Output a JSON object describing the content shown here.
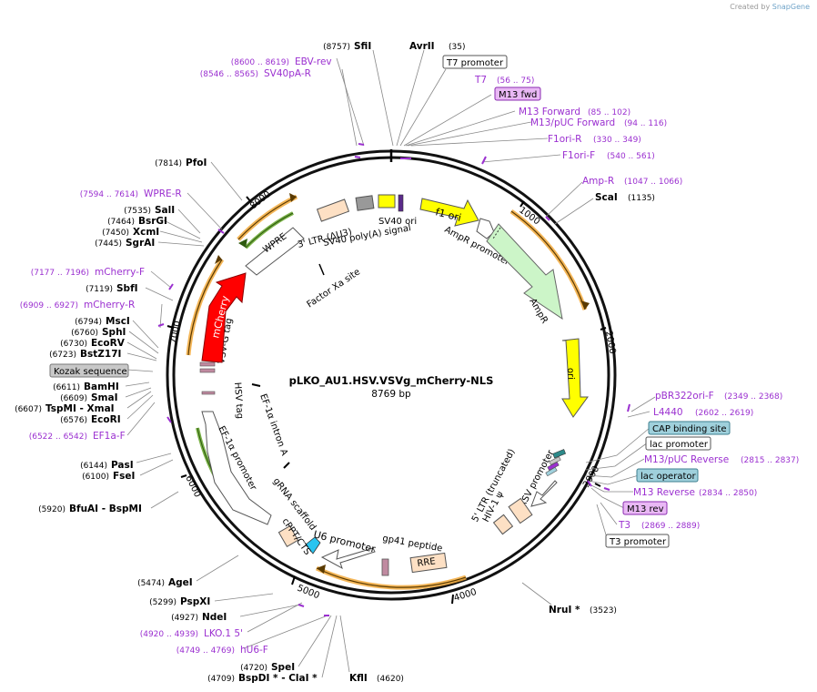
{
  "watermark": {
    "created_by": "Created by",
    "brand": "SnapGene"
  },
  "plasmid": {
    "name": "pLKO_AU1.HSV.VSVg_mCherry-NLS",
    "size": "8769 bp"
  },
  "ticks": [
    "1000",
    "2000",
    "3000",
    "4000",
    "5000",
    "6000",
    "7000",
    "8000"
  ],
  "features": {
    "f1_ori": "f1 ori",
    "ampr_promoter": "AmpR promoter",
    "ampr": "AmpR",
    "ori": "ori",
    "rsv_promoter": "RSV promoter",
    "ltr5": "5' LTR (truncated)",
    "hiv_psi": "HIV-1 ψ",
    "rre": "RRE",
    "gp41": "gp41 peptide",
    "u6_promoter": "U6 promoter",
    "cppt": "cPPT/CTS",
    "grna": "gRNA scaffold",
    "ef1a_promoter": "EF-1α promoter",
    "ef1a_intron": "EF-1α intron A",
    "hsv_tag": "HSV tag",
    "vsvg_tag": "VSV-G tag",
    "mcherry": "mCherry",
    "factor_xa": "Factor Xa site",
    "wpre": "WPRE",
    "ltr3": "3' LTR (ΔU3)",
    "sv40_polya": "SV40 poly(A) signal",
    "sv40_ori": "SV40 ori"
  },
  "labels": {
    "sfii": {
      "pos": "(8757)",
      "name": "SfiI"
    },
    "avrii": {
      "pos": "(35)",
      "name": "AvrII"
    },
    "t7_promoter": "T7 promoter",
    "t7": {
      "name": "T7",
      "pos": "(56 .. 75)"
    },
    "m13_fwd": "M13 fwd",
    "m13_forward": {
      "name": "M13 Forward",
      "pos": "(85 .. 102)"
    },
    "m13_puc_forward": {
      "name": "M13/pUC Forward",
      "pos": "(94 .. 116)"
    },
    "f1ori_r": {
      "name": "F1ori-R",
      "pos": "(330 .. 349)"
    },
    "f1ori_f": {
      "name": "F1ori-F",
      "pos": "(540 .. 561)"
    },
    "amp_r": {
      "name": "Amp-R",
      "pos": "(1047 .. 1066)"
    },
    "scai": {
      "name": "ScaI",
      "pos": "(1135)"
    },
    "pbr322": {
      "name": "pBR322ori-F",
      "pos": "(2349 .. 2368)"
    },
    "l4440": {
      "name": "L4440",
      "pos": "(2602 .. 2619)"
    },
    "cap": "CAP binding site",
    "lac_promoter": "lac promoter",
    "m13_puc_reverse": {
      "name": "M13/pUC Reverse",
      "pos": "(2815 .. 2837)"
    },
    "lac_operator": "lac operator",
    "m13_reverse": {
      "name": "M13 Reverse",
      "pos": "(2834 .. 2850)"
    },
    "m13_rev": "M13 rev",
    "t3": {
      "name": "T3",
      "pos": "(2869 .. 2889)"
    },
    "t3_promoter": "T3 promoter",
    "nrui": {
      "name": "NruI *",
      "pos": "(3523)"
    },
    "kfli": {
      "name": "KflI",
      "pos": "(4620)"
    },
    "bspdi": {
      "pos": "(4709)",
      "name": "BspDI * - ClaI *"
    },
    "spei": {
      "pos": "(4720)",
      "name": "SpeI"
    },
    "hu6f": {
      "pos": "(4749 .. 4769)",
      "name": "hU6-F"
    },
    "lko": {
      "pos": "(4920 .. 4939)",
      "name": "LKO.1 5'"
    },
    "ndei": {
      "pos": "(4927)",
      "name": "NdeI"
    },
    "pspxi": {
      "pos": "(5299)",
      "name": "PspXI"
    },
    "agei": {
      "pos": "(5474)",
      "name": "AgeI"
    },
    "bfuai": {
      "pos": "(5920)",
      "name": "BfuAI - BspMI"
    },
    "fsei": {
      "pos": "(6100)",
      "name": "FseI"
    },
    "pasi": {
      "pos": "(6144)",
      "name": "PasI"
    },
    "ef1af": {
      "pos": "(6522 .. 6542)",
      "name": "EF1a-F"
    },
    "ecori": {
      "pos": "(6576)",
      "name": "EcoRI"
    },
    "tspmi": {
      "pos": "(6607)",
      "name": "TspMI - XmaI"
    },
    "smai": {
      "pos": "(6609)",
      "name": "SmaI"
    },
    "bamhi": {
      "pos": "(6611)",
      "name": "BamHI"
    },
    "kozak": "Kozak sequence",
    "bstz17i": {
      "pos": "(6723)",
      "name": "BstZ17I"
    },
    "ecorv": {
      "pos": "(6730)",
      "name": "EcoRV"
    },
    "sphi": {
      "pos": "(6760)",
      "name": "SphI"
    },
    "msci": {
      "pos": "(6794)",
      "name": "MscI"
    },
    "mcherry_r": {
      "pos": "(6909 .. 6927)",
      "name": "mCherry-R"
    },
    "sbfi": {
      "pos": "(7119)",
      "name": "SbfI"
    },
    "mcherry_f": {
      "pos": "(7177 .. 7196)",
      "name": "mCherry-F"
    },
    "sgrai": {
      "pos": "(7445)",
      "name": "SgrAI"
    },
    "xcmi": {
      "pos": "(7450)",
      "name": "XcmI"
    },
    "bsrgi": {
      "pos": "(7464)",
      "name": "BsrGI"
    },
    "sali": {
      "pos": "(7535)",
      "name": "SalI"
    },
    "wpre_r": {
      "pos": "(7594 .. 7614)",
      "name": "WPRE-R"
    },
    "pfoi": {
      "pos": "(7814)",
      "name": "PfoI"
    },
    "sv40pa_r": {
      "pos": "(8546 .. 8565)",
      "name": "SV40pA-R"
    },
    "ebv_rev": {
      "pos": "(8600 .. 8619)",
      "name": "EBV-rev"
    }
  },
  "colors": {
    "f1_ori": "#ffff00",
    "ori": "#ffff00",
    "ampr": "#ccf5c8",
    "mcherry": "#ff0000",
    "ltr": "#fde0c4",
    "primer": "#9b30d0",
    "orange_arc": "#f2a93b",
    "green_arc": "#6aa832"
  }
}
